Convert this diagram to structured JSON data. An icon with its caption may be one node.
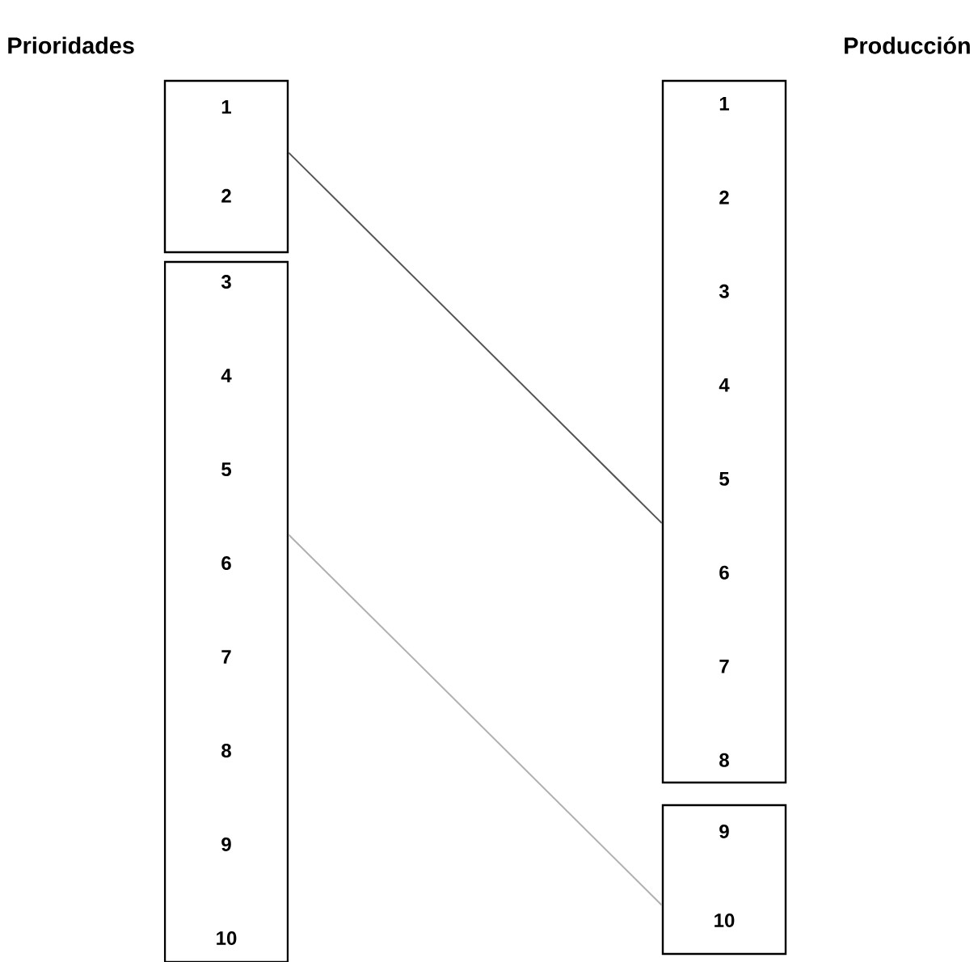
{
  "diagram": {
    "nodes": [
      {
        "text": [
          "1",
          "2"
        ]
      },
      {
        "text": [
          "3",
          "4",
          "5",
          "6",
          "7",
          "8",
          "9",
          "10"
        ]
      },
      {
        "text": [
          "1",
          "2",
          "3",
          "4",
          "5",
          "6",
          "7",
          "8"
        ]
      },
      {
        "text": [
          "9",
          "10"
        ]
      }
    ],
    "edges": [
      {
        "from": 0,
        "to": 2,
        "arrow": "none"
      },
      {
        "from": 1,
        "to": 3,
        "arrow": "none",
        "color": "#b0b0b0"
      }
    ],
    "labels": [
      "Prioridades",
      "Producción"
    ]
  }
}
